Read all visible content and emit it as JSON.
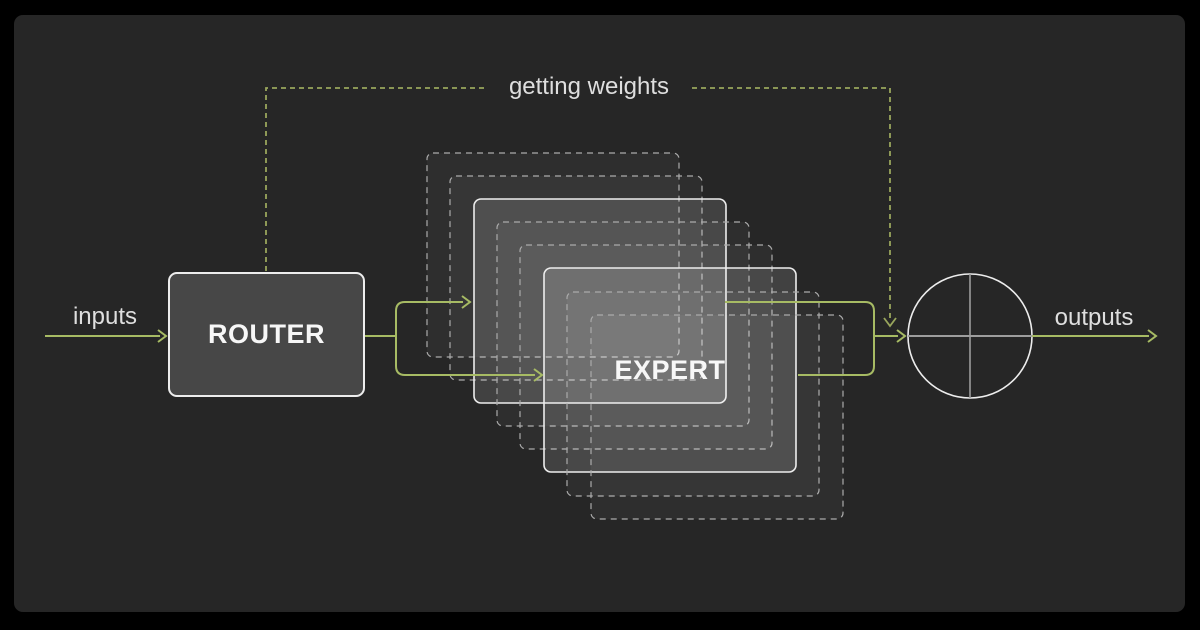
{
  "diagram": {
    "labels": {
      "inputs": "inputs",
      "outputs": "outputs",
      "getting_weights": "getting weights",
      "router": "ROUTER",
      "expert": "EXPERT"
    },
    "structure": {
      "expert_boxes_total": 8,
      "expert_boxes_dashed": 6,
      "expert_boxes_solid": 2,
      "sum_node": "circle-plus"
    },
    "colors": {
      "frame": "#000000",
      "background": "#262626",
      "green": "#a7bb64",
      "olive": "#99a65c",
      "dashed_border": "#ababab",
      "solid_border": "#ededed",
      "router_fill": "#474747",
      "label_text": "#dedede",
      "node_text": "#f7f7f7",
      "cross": "#9d9d9d"
    }
  }
}
